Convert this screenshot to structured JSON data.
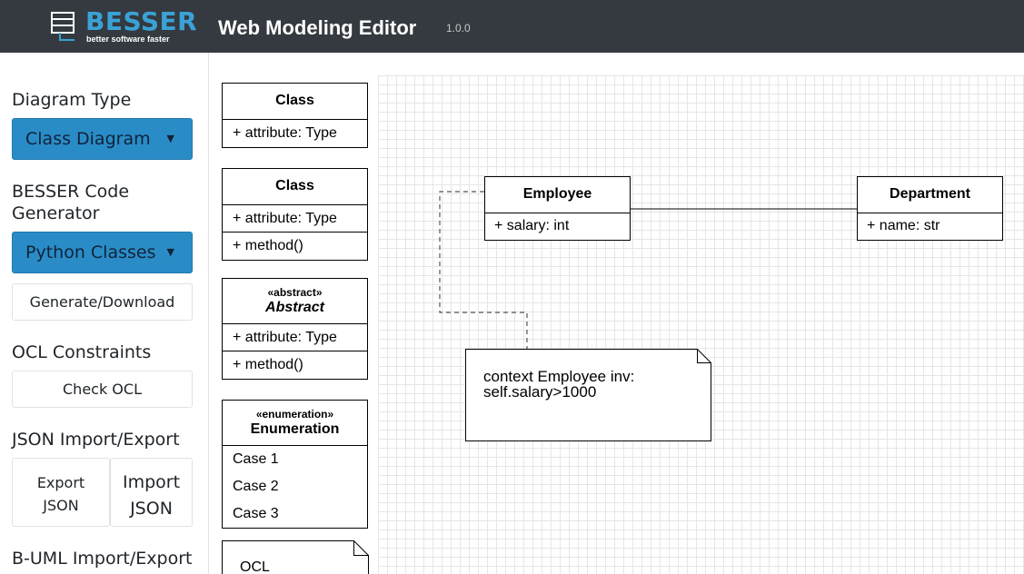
{
  "header": {
    "logo_text": "BESSER",
    "logo_tagline": "better software faster",
    "app_title": "Web Modeling Editor",
    "version": "1.0.0",
    "brand_color": "#3aa2d6",
    "bar_color": "#343a40"
  },
  "sidebar": {
    "diagram_type_label": "Diagram Type",
    "diagram_type_value": "Class Diagram",
    "codegen_label_line1": "BESSER Code",
    "codegen_label_line2": "Generator",
    "codegen_value": "Python Classes",
    "generate_button": "Generate/Download",
    "ocl_label": "OCL Constraints",
    "check_ocl_button": "Check OCL",
    "json_label": "JSON Import/Export",
    "export_json_line1": "Export",
    "export_json_line2": "JSON",
    "import_json_line1": "Import",
    "import_json_line2": "JSON",
    "buml_label": "B-UML Import/Export",
    "select_color": "#2a8cc7"
  },
  "palette": {
    "class1": {
      "name": "Class",
      "attribute": "+ attribute: Type"
    },
    "class2": {
      "name": "Class",
      "attribute": "+ attribute: Type",
      "method": "+ method()"
    },
    "abstract": {
      "stereotype": "«abstract»",
      "name": "Abstract",
      "attribute": "+ attribute: Type",
      "method": "+ method()"
    },
    "enumeration": {
      "stereotype": "«enumeration»",
      "name": "Enumeration",
      "cases": [
        "Case 1",
        "Case 2",
        "Case 3"
      ]
    },
    "ocl_note": "OCL"
  },
  "canvas": {
    "employee": {
      "name": "Employee",
      "attribute": "+ salary: int"
    },
    "department": {
      "name": "Department",
      "attribute": "+ name: str"
    },
    "note": {
      "line1": "context Employee inv:",
      "line2": "self.salary>1000"
    }
  }
}
